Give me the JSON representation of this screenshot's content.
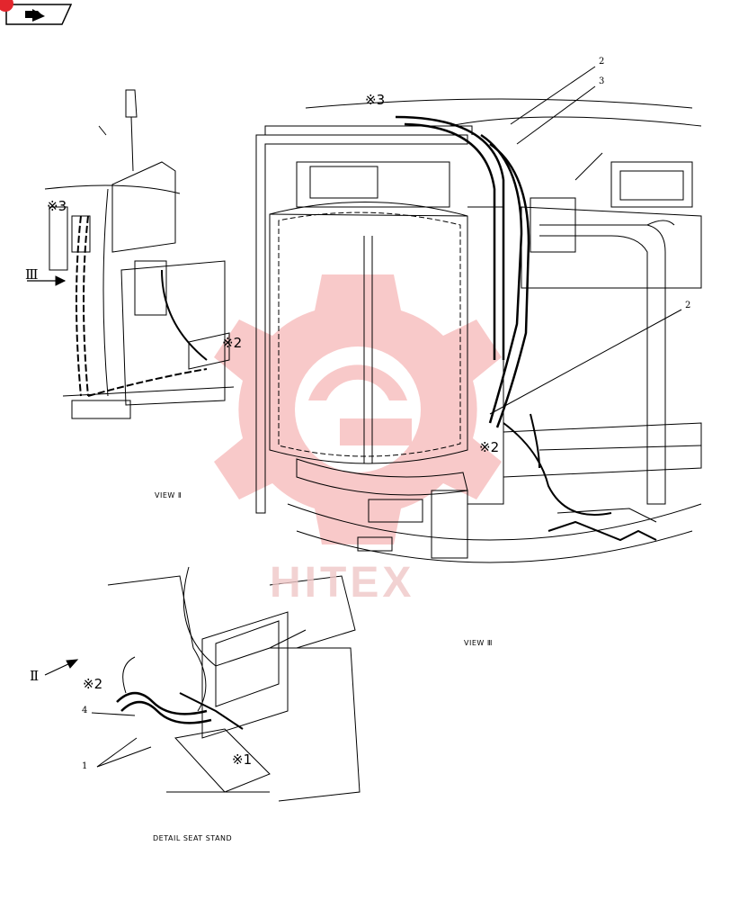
{
  "toolbar": {
    "nav_icon": "arrow-back-icon",
    "accent": "#e3262d"
  },
  "watermark": {
    "text": "HITEX",
    "color": "#f4b5b5"
  },
  "callouts": {
    "ref3_top": "※3",
    "ref3_left": "※3",
    "ref2_left": "※2",
    "ref2_main": "※2",
    "ref2_detail": "※2",
    "ref1_detail": "※1"
  },
  "views": {
    "arrow3_label": "Ⅲ",
    "arrow2_label": "Ⅱ",
    "caption_view2": "VIEW Ⅱ",
    "caption_view3": "VIEW Ⅲ",
    "caption_detail": "DETAIL SEAT STAND"
  },
  "parts": {
    "num_2_top": "2",
    "num_3_top": "3",
    "num_2_right": "2",
    "num_4": "4",
    "num_1": "1"
  }
}
